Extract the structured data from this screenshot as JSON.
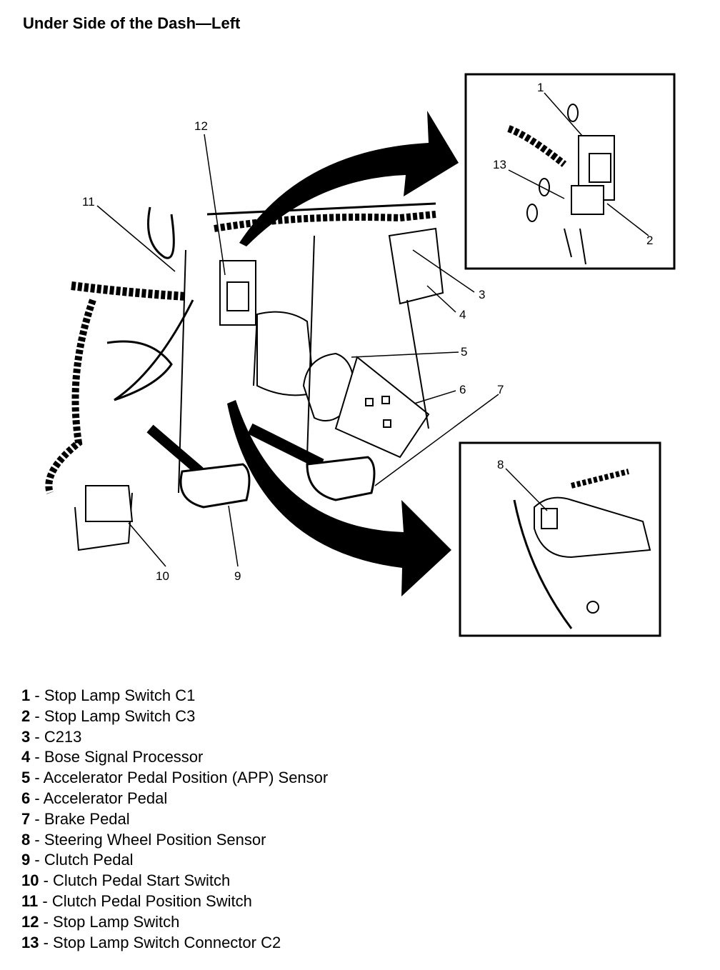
{
  "title": "Under Side of the Dash—Left",
  "callouts": {
    "c1": "1",
    "c2": "2",
    "c3": "3",
    "c4": "4",
    "c5": "5",
    "c6": "6",
    "c7": "7",
    "c8": "8",
    "c9": "9",
    "c10": "10",
    "c11": "11",
    "c12": "12",
    "c13": "13"
  },
  "legend": [
    {
      "num": "1",
      "label": "Stop Lamp Switch C1"
    },
    {
      "num": "2",
      "label": "Stop Lamp Switch C3"
    },
    {
      "num": "3",
      "label": "C213"
    },
    {
      "num": "4",
      "label": "Bose Signal Processor"
    },
    {
      "num": "5",
      "label": "Accelerator Pedal Position (APP) Sensor"
    },
    {
      "num": "6",
      "label": "Accelerator Pedal"
    },
    {
      "num": "7",
      "label": "Brake Pedal"
    },
    {
      "num": "8",
      "label": "Steering Wheel Position Sensor"
    },
    {
      "num": "9",
      "label": "Clutch Pedal"
    },
    {
      "num": "10",
      "label": "Clutch Pedal Start Switch"
    },
    {
      "num": "11",
      "label": "Clutch Pedal Position Switch"
    },
    {
      "num": "12",
      "label": "Stop Lamp Switch"
    },
    {
      "num": "13",
      "label": "Stop Lamp Switch Connector C2"
    }
  ]
}
